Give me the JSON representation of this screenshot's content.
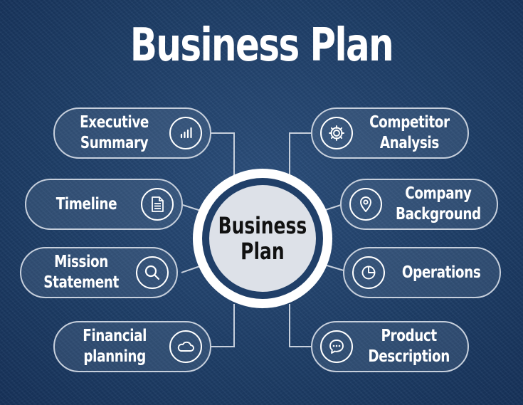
{
  "title": "Business Plan",
  "center_label": "Business\nPlan",
  "colors": {
    "background": "#1f3f68",
    "pill_border": "#c6cfdc",
    "text": "#ffffff",
    "hub_core": "#dde1e8"
  },
  "nodes": {
    "executive_summary": {
      "label": "Executive\nSummary",
      "icon": "bar-chart-icon"
    },
    "timeline": {
      "label": "Timeline",
      "icon": "document-icon"
    },
    "mission_statement": {
      "label": "Mission\nStatement",
      "icon": "magnifier-icon"
    },
    "financial_planning": {
      "label": "Financial\nplanning",
      "icon": "cloud-icon"
    },
    "competitor_analysis": {
      "label": "Competitor\nAnalysis",
      "icon": "gear-icon"
    },
    "company_background": {
      "label": "Company\nBackground",
      "icon": "location-pin-icon"
    },
    "operations": {
      "label": "Operations",
      "icon": "pie-chart-icon"
    },
    "product_description": {
      "label": "Product\nDescription",
      "icon": "chat-bubble-icon"
    }
  }
}
